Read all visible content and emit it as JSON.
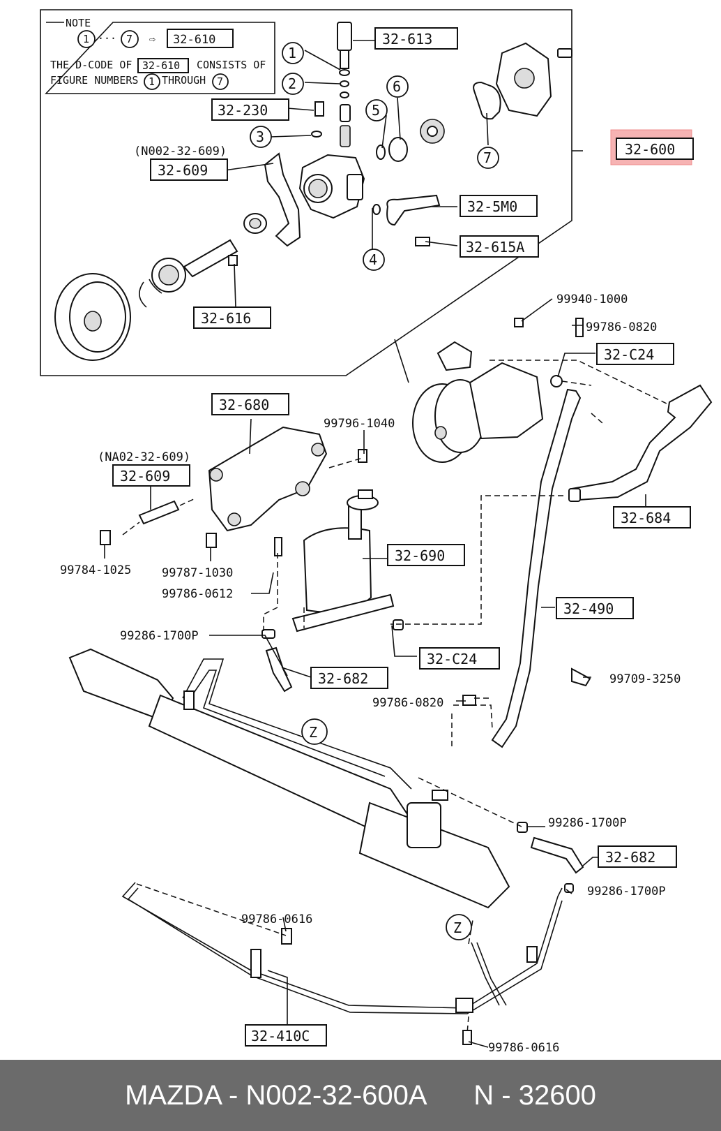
{
  "note": {
    "title": "NOTE",
    "n1": "1",
    "n7": "7",
    "ref": "32-610",
    "line1a": "THE D-CODE OF",
    "line1b": "CONSISTS OF",
    "line2a": "FIGURE NUMBERS",
    "line2b": "THROUGH"
  },
  "callouts": [
    "1",
    "2",
    "3",
    "4",
    "5",
    "6",
    "7"
  ],
  "parts": {
    "p613": "32-613",
    "p230": "32-230",
    "p609a_note": "(N002-32-609)",
    "p609a": "32-609",
    "p600": "32-600",
    "p5m0": "32-5M0",
    "p615a": "32-615A",
    "p616": "32-616",
    "p99940": "99940-1000",
    "p99786_0820a": "99786-0820",
    "pc24a": "32-C24",
    "p680": "32-680",
    "p99796": "99796-1040",
    "p609b_note": "(NA02-32-609)",
    "p609b": "32-609",
    "p684": "32-684",
    "p99784": "99784-1025",
    "p99787": "99787-1030",
    "p690": "32-690",
    "p99786_0612": "99786-0612",
    "p490": "32-490",
    "p99286a": "99286-1700P",
    "pc24b": "32-C24",
    "p682a": "32-682",
    "p99709": "99709-3250",
    "p99786_0820b": "99786-0820",
    "z1": "Z",
    "p99286b": "99286-1700P",
    "p682b": "32-682",
    "p99286c": "99286-1700P",
    "p99786_0616a": "99786-0616",
    "z2": "Z",
    "p410c": "32-410C",
    "p99786_0616b": "99786-0616"
  },
  "footer": {
    "left": "MAZDA - N002-32-600A",
    "right": "N - 32600"
  }
}
